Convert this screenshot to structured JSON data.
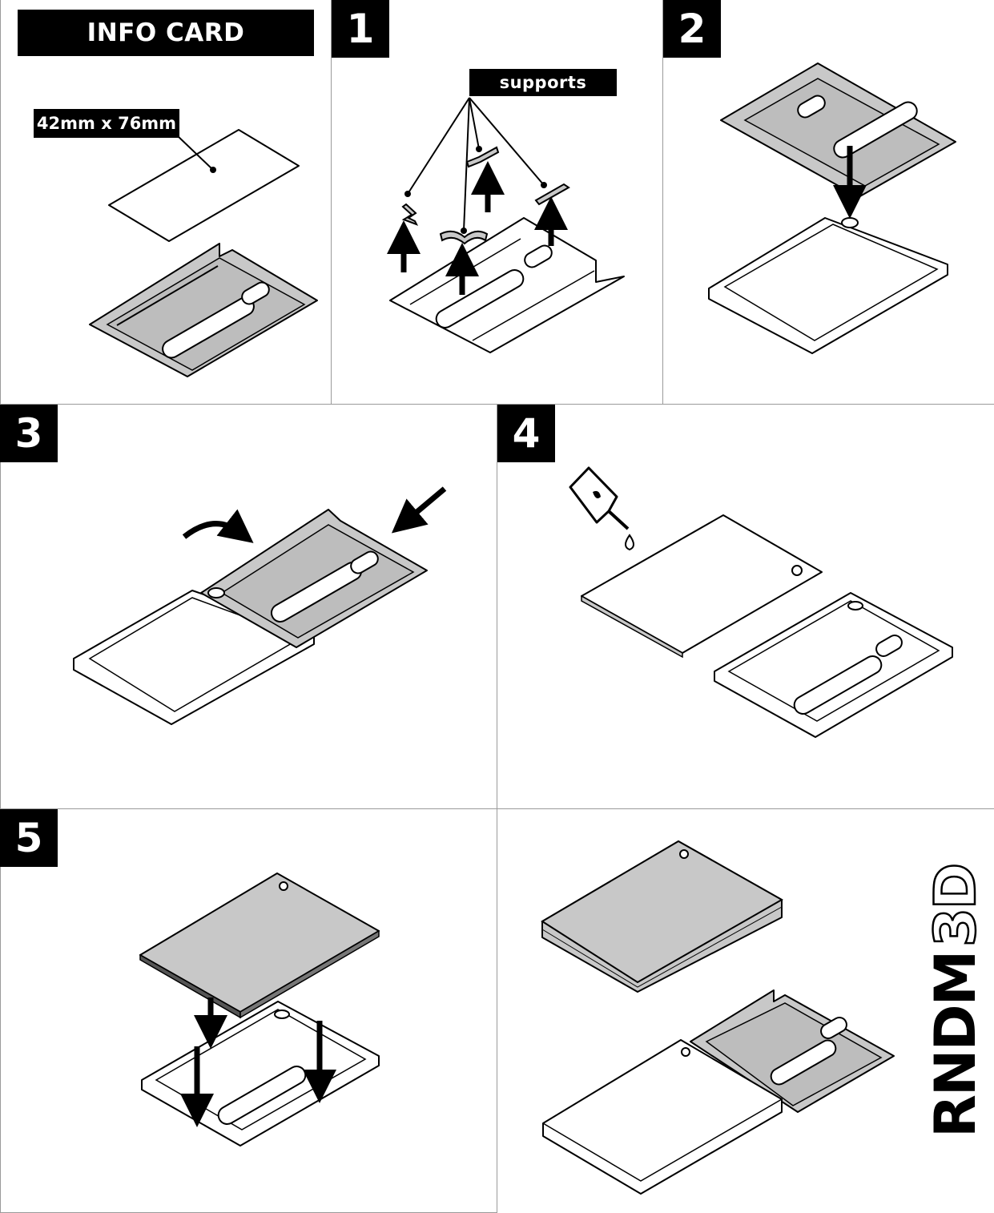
{
  "panels": {
    "info": {
      "title": "INFO CARD",
      "dimension_label": "42mm x 76mm"
    },
    "step1": {
      "number": "1",
      "callout": "supports"
    },
    "step2": {
      "number": "2"
    },
    "step3": {
      "number": "3"
    },
    "step4": {
      "number": "4"
    },
    "step5": {
      "number": "5"
    }
  },
  "brand": {
    "solid": "RNDM",
    "outline": "3D"
  },
  "colors": {
    "part_gray": "#c8c8c8",
    "line": "#000000",
    "tag_bg": "#000000",
    "divider": "#9a9a9a"
  },
  "icons": [
    "arrow-up-icon",
    "arrow-down-icon",
    "curved-arrow-icon",
    "glue-bottle-icon"
  ]
}
